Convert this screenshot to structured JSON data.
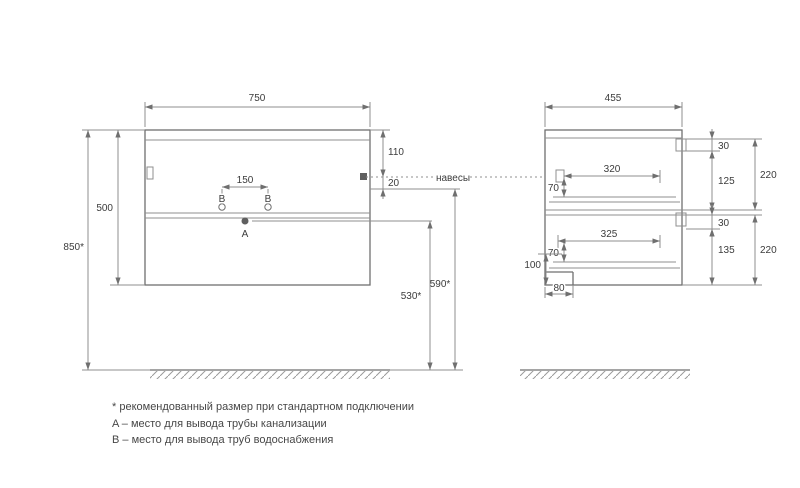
{
  "drawing": {
    "front_view": {
      "width": "750",
      "height": "500",
      "overall_height": "850*",
      "top_to_hangers": "110",
      "hanger_offset": "20",
      "outlet_spacing": "150",
      "outlet_b_height": "590*",
      "outlet_a_height": "530*"
    },
    "side_view": {
      "depth": "455",
      "top_bracket_height": "30",
      "bracket_to_divider": "125",
      "top_section_height": "220",
      "top_drawer_depth": "320",
      "top_drawer_inner_height": "70",
      "bottom_bracket_height": "30",
      "bracket_to_bottom": "135",
      "bottom_section_height": "220",
      "bottom_drawer_depth": "325",
      "bottom_drawer_inner_height": "70",
      "base_height": "100",
      "recess_depth": "80"
    },
    "labels": {
      "hangers": "навесы",
      "outlet_a": "A",
      "outlet_b": "B"
    },
    "icons": {
      "drain_outlet_a": "filled-circle",
      "water_outlet_b": "open-circle",
      "wall_bracket": "bracket-rect",
      "ground": "hatched-line"
    },
    "footnotes": [
      "* рекомендованный размер при стандартном подключении",
      "A – место для вывода трубы канализации",
      "B – место для вывода труб водоснабжения"
    ],
    "colors": {
      "outline": "#6f6f6f",
      "thin_line": "#8f8f8f",
      "text": "#3c3c3c"
    }
  }
}
